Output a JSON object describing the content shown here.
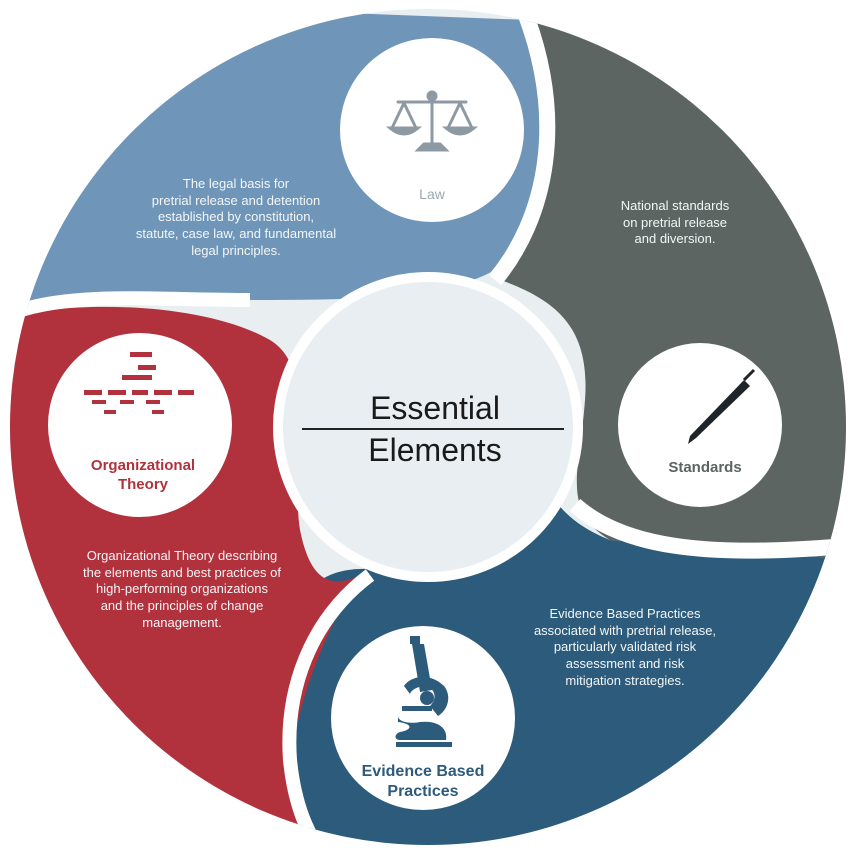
{
  "center": {
    "line1": "Essential",
    "line2": "Elements"
  },
  "segments": {
    "law": {
      "label": "Law",
      "icon": "scales-of-justice-icon",
      "color": "#6f96b8",
      "description": [
        "The legal basis for",
        "pretrial release and detention",
        "established by constitution,",
        "statute, case law, and fundamental",
        "legal principles."
      ]
    },
    "standards": {
      "label": "Standards",
      "icon": "pen-icon",
      "color": "#5d6563",
      "description": [
        "National standards",
        "on pretrial release",
        "and diversion."
      ]
    },
    "evidence": {
      "label_line1": "Evidence Based",
      "label_line2": "Practices",
      "icon": "microscope-icon",
      "color": "#2c5b7b",
      "description": [
        "Evidence Based Practices",
        "associated with pretrial release,",
        "particularly validated risk",
        "assessment and risk",
        "mitigation strategies."
      ]
    },
    "organizational": {
      "label_line1": "Organizational",
      "label_line2": "Theory",
      "icon": "org-chart-icon",
      "color": "#b1323c",
      "description": [
        "Organizational Theory describing",
        "the elements and best practices of",
        "high-performing organizations",
        "and the principles of change",
        "management."
      ]
    }
  }
}
